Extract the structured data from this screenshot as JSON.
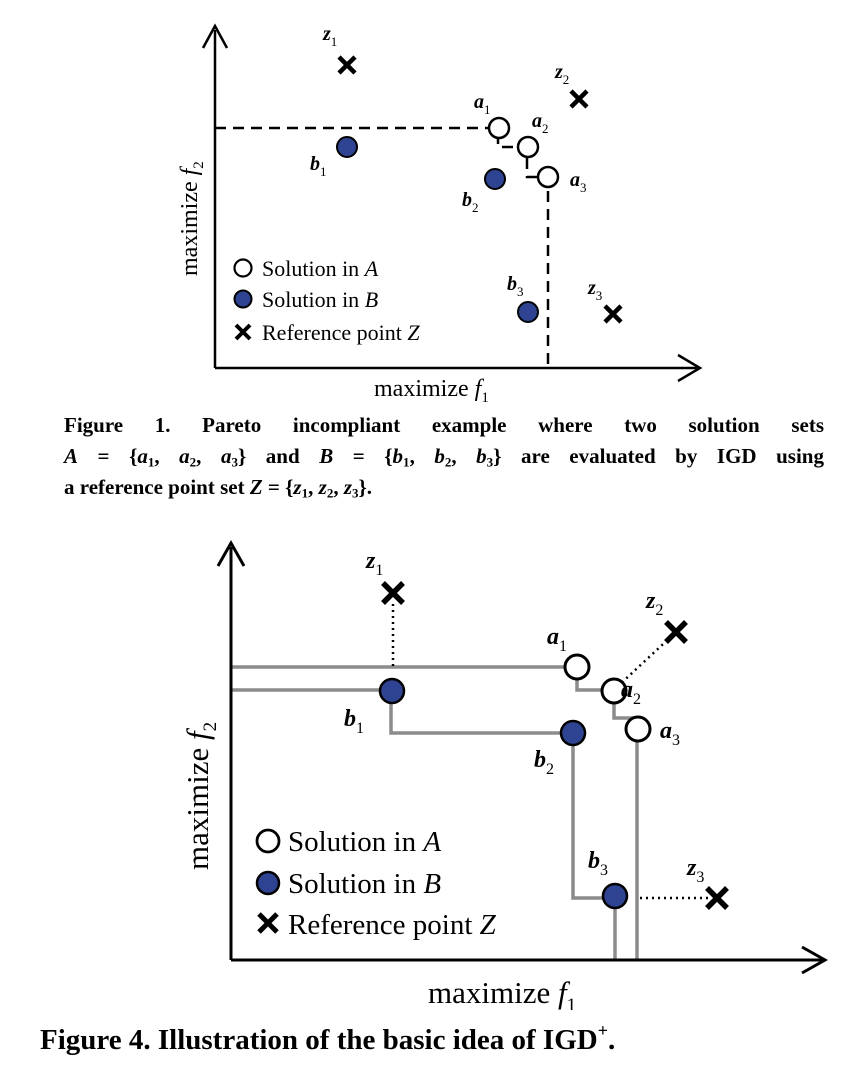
{
  "figure1": {
    "x_axis_label_main": "maximize ",
    "x_axis_label_var": "f",
    "x_axis_label_sub": "1",
    "y_axis_label_main": "maximize ",
    "y_axis_label_var": "f",
    "y_axis_label_sub": "2",
    "points": [
      {
        "id": "z1",
        "base": "z",
        "sub": "1",
        "kind": "reference"
      },
      {
        "id": "z2",
        "base": "z",
        "sub": "2",
        "kind": "reference"
      },
      {
        "id": "z3",
        "base": "z",
        "sub": "3",
        "kind": "reference"
      },
      {
        "id": "a1",
        "base": "a",
        "sub": "1",
        "kind": "solution-a"
      },
      {
        "id": "a2",
        "base": "a",
        "sub": "2",
        "kind": "solution-a"
      },
      {
        "id": "a3",
        "base": "a",
        "sub": "3",
        "kind": "solution-a"
      },
      {
        "id": "b1",
        "base": "b",
        "sub": "1",
        "kind": "solution-b"
      },
      {
        "id": "b2",
        "base": "b",
        "sub": "2",
        "kind": "solution-b"
      },
      {
        "id": "b3",
        "base": "b",
        "sub": "3",
        "kind": "solution-b"
      }
    ],
    "legend": [
      {
        "marker": "open-circle",
        "text": "Solution in ",
        "var": "A"
      },
      {
        "marker": "filled-circle",
        "text": "Solution in ",
        "var": "B"
      },
      {
        "marker": "cross",
        "text": "Reference point ",
        "var": "Z"
      }
    ],
    "caption": {
      "prefix": "Figure 1. Pareto incompliant example where two solution sets",
      "set_a": "A",
      "eq": " = {",
      "a_elems": [
        "a",
        "a",
        "a"
      ],
      "and": "} and ",
      "set_b": "B",
      "b_elems": [
        "b",
        "b",
        "b"
      ],
      "mid": "} are evaluated by IGD using",
      "tail": "a reference point set ",
      "set_z": "Z",
      "z_elems": [
        "z",
        "z",
        "z"
      ],
      "end": "}."
    }
  },
  "figure4": {
    "x_axis_label_main": "maximize ",
    "x_axis_label_var": "f",
    "x_axis_label_sub": "1",
    "y_axis_label_main": "maximize ",
    "y_axis_label_var": "f",
    "y_axis_label_sub": "2",
    "legend": [
      {
        "marker": "open-circle",
        "text": "Solution in ",
        "var": "A"
      },
      {
        "marker": "filled-circle",
        "text": "Solution in ",
        "var": "B"
      },
      {
        "marker": "cross",
        "text": "Reference point ",
        "var": "Z"
      }
    ],
    "caption": {
      "text": "Figure 4. Illustration of the basic idea of IGD",
      "sup": "+",
      "end": "."
    }
  },
  "colors": {
    "solution_b_fill": "#2e4391",
    "front_line": "#8c8c8c",
    "axis": "#000000"
  }
}
